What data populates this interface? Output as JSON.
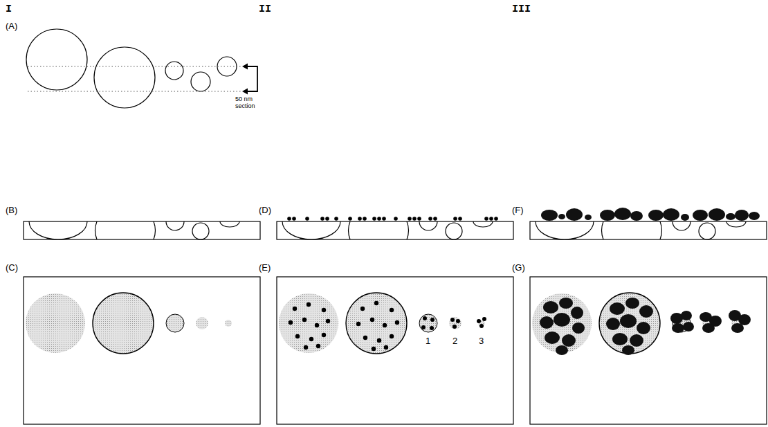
{
  "diagram": {
    "labels": [
      "I",
      "II",
      "III",
      "(A)",
      "50 nm section",
      "(B)",
      "(C)",
      "(D)",
      "(E)",
      "1",
      "2",
      "3",
      "(F)",
      "(G)"
    ]
  }
}
